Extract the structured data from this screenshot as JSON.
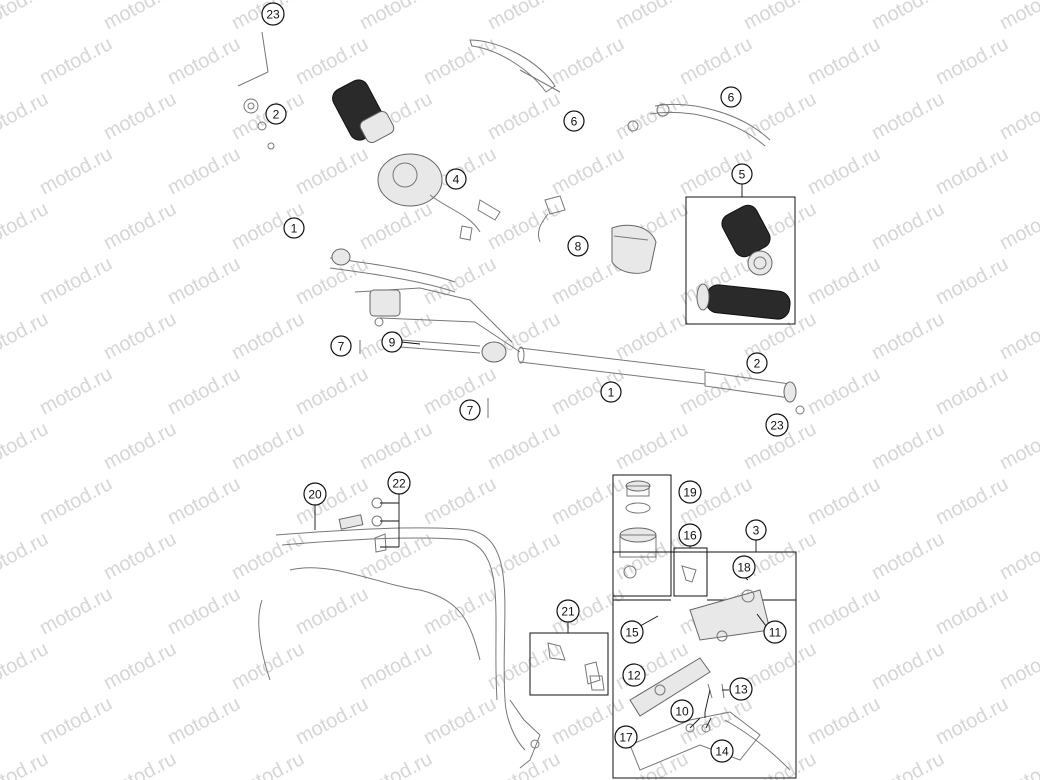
{
  "watermark": {
    "text": "motod.ru",
    "color": "#d6d6d6"
  },
  "callouts": [
    {
      "id": "c23a",
      "label": "23"
    },
    {
      "id": "c2a",
      "label": "2"
    },
    {
      "id": "c4",
      "label": "4"
    },
    {
      "id": "c1a",
      "label": "1"
    },
    {
      "id": "c6a",
      "label": "6"
    },
    {
      "id": "c6b",
      "label": "6"
    },
    {
      "id": "c5",
      "label": "5"
    },
    {
      "id": "c8",
      "label": "8"
    },
    {
      "id": "c7a",
      "label": "7"
    },
    {
      "id": "c9",
      "label": "9"
    },
    {
      "id": "c7b",
      "label": "7"
    },
    {
      "id": "c1b",
      "label": "1"
    },
    {
      "id": "c2b",
      "label": "2"
    },
    {
      "id": "c23b",
      "label": "23"
    },
    {
      "id": "c20",
      "label": "20"
    },
    {
      "id": "c22",
      "label": "22"
    },
    {
      "id": "c19",
      "label": "19"
    },
    {
      "id": "c3",
      "label": "3"
    },
    {
      "id": "c16",
      "label": "16"
    },
    {
      "id": "c18",
      "label": "18"
    },
    {
      "id": "c15",
      "label": "15"
    },
    {
      "id": "c11",
      "label": "11"
    },
    {
      "id": "c21",
      "label": "21"
    },
    {
      "id": "c12",
      "label": "12"
    },
    {
      "id": "c13",
      "label": "13"
    },
    {
      "id": "c10",
      "label": "10"
    },
    {
      "id": "c17",
      "label": "17"
    },
    {
      "id": "c14",
      "label": "14"
    }
  ]
}
